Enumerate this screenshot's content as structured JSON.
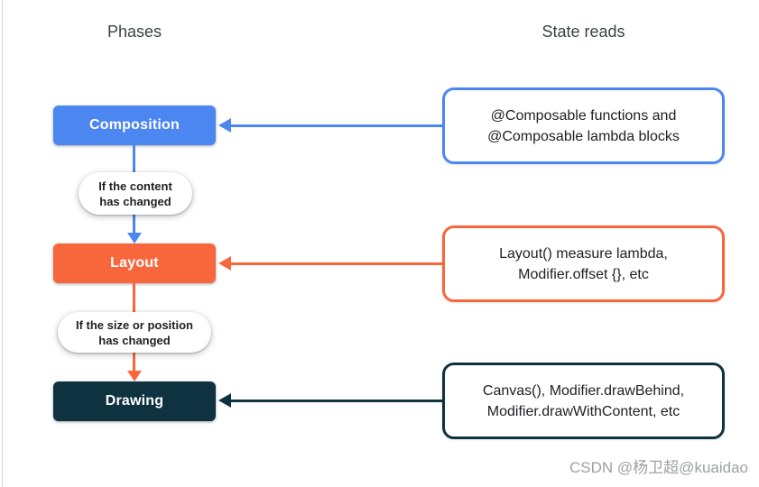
{
  "headers": {
    "phases": "Phases",
    "state_reads": "State reads"
  },
  "phases": [
    {
      "label": "Composition",
      "reads_line1": "@Composable functions and",
      "reads_line2": "@Composable lambda blocks"
    },
    {
      "label": "Layout",
      "reads_line1": "Layout() measure lambda,",
      "reads_line2": "Modifier.offset {}, etc"
    },
    {
      "label": "Drawing",
      "reads_line1": "Canvas(), Modifier.drawBehind,",
      "reads_line2": "Modifier.drawWithContent, etc"
    }
  ],
  "transitions": [
    {
      "line1": "If the content",
      "line2": "has changed"
    },
    {
      "line1": "If the size or position",
      "line2": "has changed"
    }
  ],
  "watermark": "CSDN @杨卫超@kuaidao",
  "colors": {
    "blue": "#4C86F1",
    "orange": "#F8673C",
    "navy": "#0E3240",
    "header-text": "#3C4043",
    "body-text": "#202124",
    "watermark-text": "#9EA0A4",
    "edge-line": "#DADADA"
  }
}
